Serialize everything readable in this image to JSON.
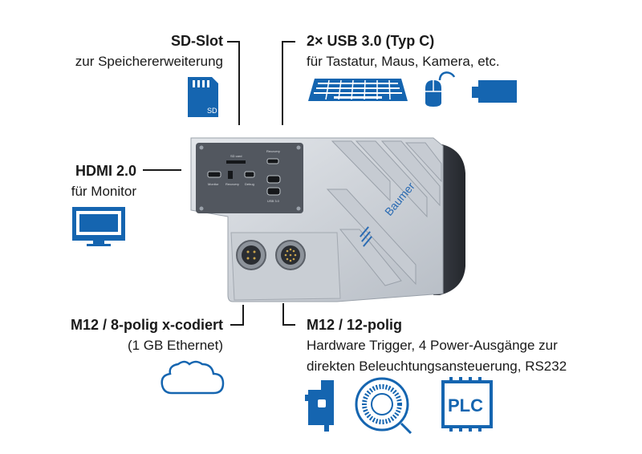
{
  "labels": {
    "sd": {
      "title": "SD-Slot",
      "subtitle": "zur Speichererweiterung"
    },
    "usb": {
      "title": "2× USB 3.0 (Typ C)",
      "subtitle": "für Tastatur, Maus, Kamera, etc."
    },
    "hdmi": {
      "title": "HDMI 2.0",
      "subtitle": "für Monitor"
    },
    "m12_8": {
      "title": "M12 / 8-polig x-codiert",
      "subtitle": "(1 GB Ethernet)"
    },
    "m12_12": {
      "title": "M12 / 12-polig",
      "line1": "Hardware Trigger, 4 Power-Ausgänge zur",
      "line2": "direkten Beleuchtungsansteuerung, RS232"
    }
  },
  "device": {
    "brand": "Baumer",
    "panel_labels": {
      "sd_card": "SD card",
      "recovery_top": "Recovery",
      "monitor": "Monitor",
      "recovery": "Recovery",
      "debug": "Debug",
      "usb": "USB 3.0"
    }
  },
  "icons": {
    "sd": "sd-card-icon",
    "keyboard": "keyboard-icon",
    "mouse": "mouse-icon",
    "camera": "camera-icon",
    "monitor": "monitor-icon",
    "cloud": "cloud-icon",
    "sensor": "sensor-icon",
    "ringlight": "ring-light-icon",
    "plc": "plc-icon"
  },
  "plc_text": "PLC",
  "sd_text": "SD",
  "colors": {
    "accent": "#1565b0",
    "line": "#1a1a1a"
  }
}
